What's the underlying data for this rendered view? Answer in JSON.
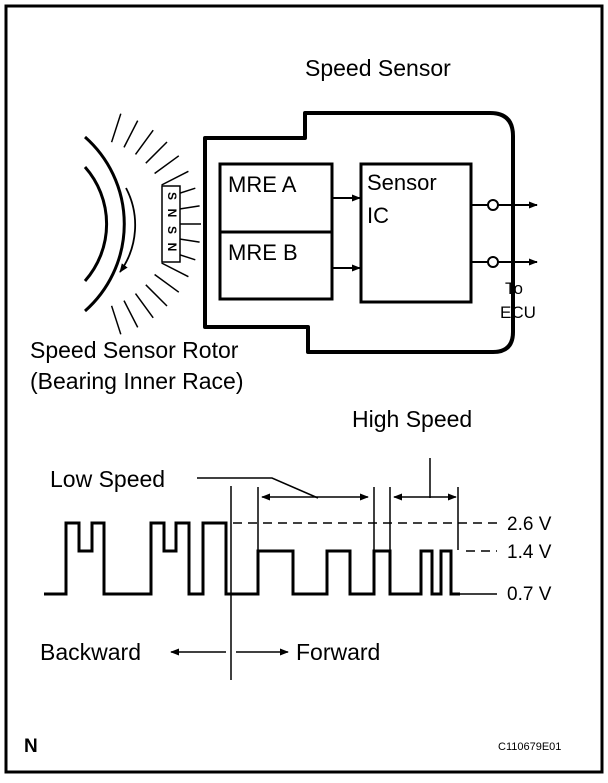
{
  "diagram": {
    "sensor": {
      "title": "Speed Sensor",
      "mre_a": "MRE A",
      "mre_b": "MRE B",
      "ic_line1": "Sensor",
      "ic_line2": "IC",
      "output_line1": "To",
      "output_line2": "ECU"
    },
    "rotor": {
      "label_line1": "Speed Sensor Rotor",
      "label_line2": "(Bearing Inner Race)",
      "pole_letters": [
        "S",
        "N",
        "S",
        "N"
      ]
    },
    "waveform": {
      "low_speed_label": "Low Speed",
      "high_speed_label": "High Speed",
      "levels": [
        "2.6 V",
        "1.4 V",
        "0.7 V"
      ],
      "backward_label": "Backward",
      "forward_label": "Forward"
    },
    "footer": {
      "corner_letter": "N",
      "figure_id": "C110679E01"
    }
  }
}
